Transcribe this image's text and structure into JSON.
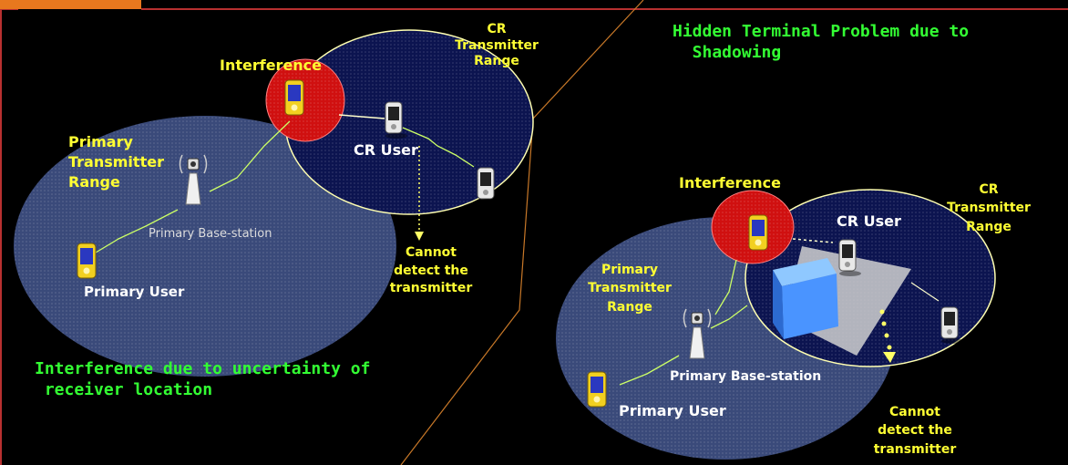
{
  "left": {
    "interference": "Interference",
    "cr_range": [
      "CR",
      "Transmitter",
      "Range"
    ],
    "cr_user": "CR User",
    "primary_range": [
      "Primary",
      "Transmitter",
      "Range"
    ],
    "base_station": "Primary Base-station",
    "primary_user": "Primary User",
    "cannot_detect": [
      "Cannot",
      "detect the",
      "transmitter"
    ],
    "caption": [
      "Interference due to uncertainty of",
      " receiver location"
    ]
  },
  "right": {
    "title": [
      "Hidden Terminal Problem due to",
      "  Shadowing"
    ],
    "interference": "Interference",
    "cr_user": "CR User",
    "cr_range": [
      "CR",
      "Transmitter",
      "Range"
    ],
    "primary_range": [
      "Primary",
      "Transmitter",
      "Range"
    ],
    "base_station": "Primary Base-station",
    "primary_user": "Primary User",
    "cannot_detect": [
      "Cannot",
      "detect the",
      "transmitter"
    ]
  },
  "colors": {
    "background": "#000000",
    "primary_area": "#3a4a7a",
    "cr_area": "#0c1450",
    "interference_zone": "#d01010",
    "ring": "#ffffb0",
    "caption_green": "#33ff33",
    "label_yellow": "#ffff33",
    "divider": "#c87828",
    "corner_tab": "#e8781e"
  },
  "icons": [
    "cell-phone-icon",
    "antenna-tower-icon",
    "obstacle-box-icon",
    "shadow-region"
  ]
}
